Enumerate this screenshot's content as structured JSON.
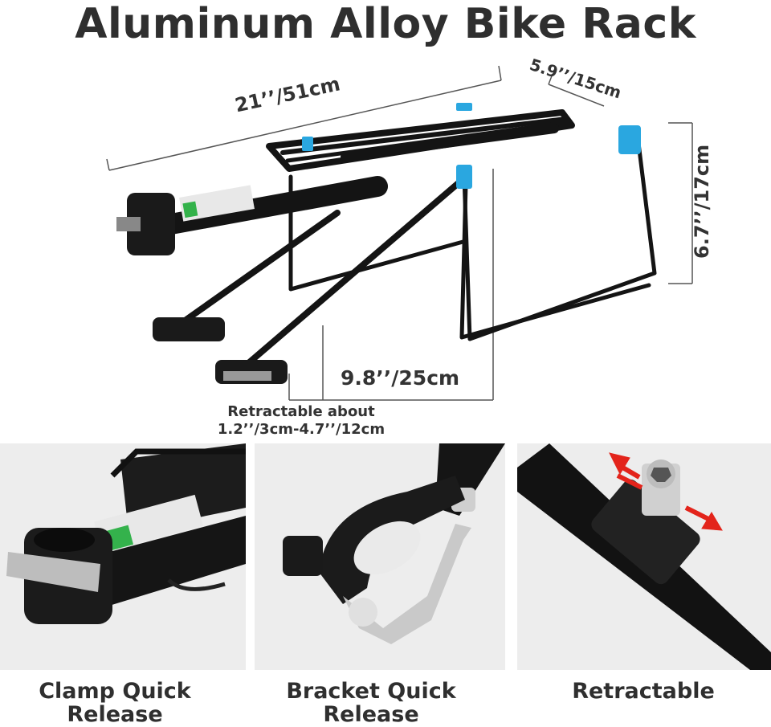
{
  "title": "Aluminum Alloy Bike Rack",
  "dimensions": {
    "length": "21’’/51cm",
    "width": "5.9’’/15cm",
    "height": "6.7’’/17cm",
    "strut": "9.8’’/25cm"
  },
  "retract_note": {
    "line1": "Retractable about",
    "line2": "1.2’’/3cm-4.7’’/12cm"
  },
  "features": [
    {
      "line1": "Clamp Quick",
      "line2": "Release"
    },
    {
      "line1": "Bracket Quick",
      "line2": "Release"
    },
    {
      "line1": "Retractable",
      "line2": ""
    }
  ],
  "colors": {
    "accent_blue": "#2aa7e0",
    "rack_black": "#141414",
    "arrow_red": "#e3241b",
    "panel_bg": "#ededed"
  }
}
